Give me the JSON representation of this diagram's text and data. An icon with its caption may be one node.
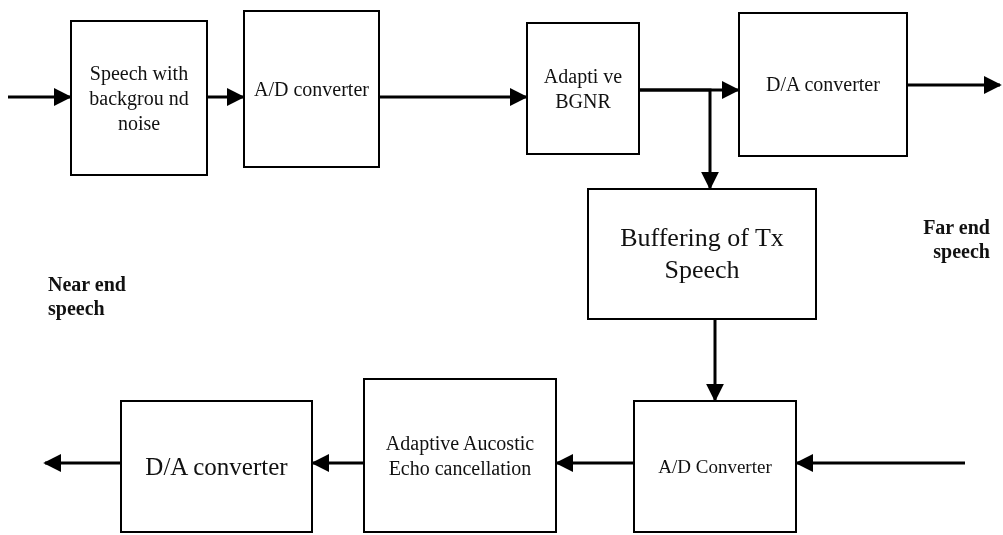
{
  "diagram": {
    "nodes": [
      {
        "text": [
          "Speech with backgrou nd noise"
        ]
      },
      {
        "text": [
          "A/D converter"
        ]
      },
      {
        "text": [
          "Adapti ve BGNR"
        ]
      },
      {
        "text": [
          "D/A converter"
        ]
      },
      {
        "text": [
          "Buffering of Tx Speech"
        ]
      },
      {
        "text": [
          "A/D Converter"
        ]
      },
      {
        "text": [
          "Adaptive Aucostic Echo cancellation"
        ]
      },
      {
        "text": [
          "D/A converter"
        ]
      }
    ],
    "edges": [
      {
        "from": null,
        "to": 0,
        "arrow": "to"
      },
      {
        "from": 0,
        "to": 1,
        "arrow": "to"
      },
      {
        "from": 1,
        "to": 2,
        "arrow": "to"
      },
      {
        "from": 2,
        "to": 3,
        "arrow": "to"
      },
      {
        "from": 2,
        "to": 4,
        "arrow": "to"
      },
      {
        "from": 3,
        "to": null,
        "arrow": "to"
      },
      {
        "from": 4,
        "to": 5,
        "arrow": "to"
      },
      {
        "from": null,
        "to": 5,
        "arrow": "to"
      },
      {
        "from": 5,
        "to": 6,
        "arrow": "to"
      },
      {
        "from": 6,
        "to": 7,
        "arrow": "to"
      },
      {
        "from": 7,
        "to": null,
        "arrow": "to"
      }
    ],
    "labels": [
      "Near end speech",
      "Far end speech"
    ]
  }
}
